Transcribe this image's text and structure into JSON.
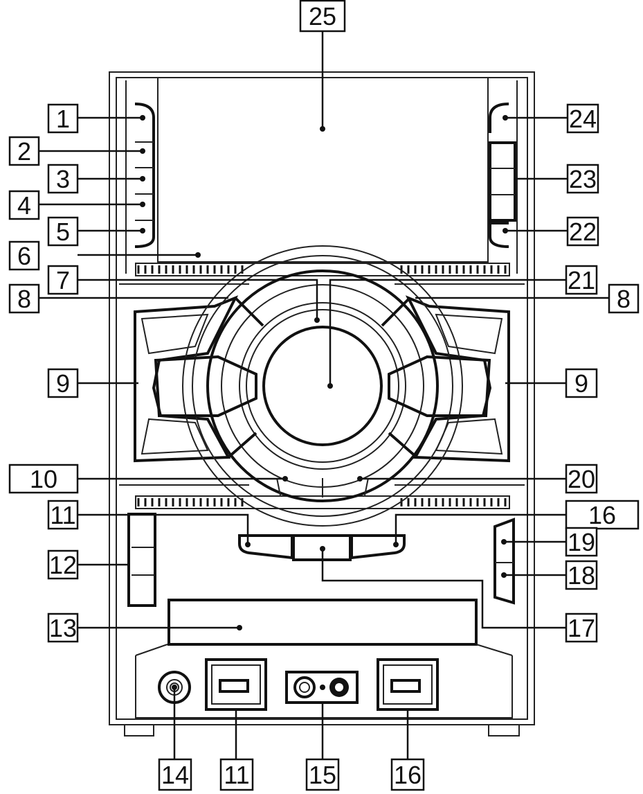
{
  "callouts": {
    "c1": "1",
    "c2": "2",
    "c3": "3",
    "c4": "4",
    "c5": "5",
    "c6": "6",
    "c7": "7",
    "c8_left": "8",
    "c8_right": "8",
    "c9_left": "9",
    "c9_right": "9",
    "c10": "10",
    "c11_top": "11",
    "c11_bottom": "11",
    "c12": "12",
    "c13": "13",
    "c14": "14",
    "c15": "15",
    "c16_top": "16",
    "c16_bottom": "16",
    "c17": "17",
    "c18": "18",
    "c19": "19",
    "c20": "20",
    "c21": "21",
    "c22": "22",
    "c23": "23",
    "c24": "24",
    "c25": "25"
  }
}
